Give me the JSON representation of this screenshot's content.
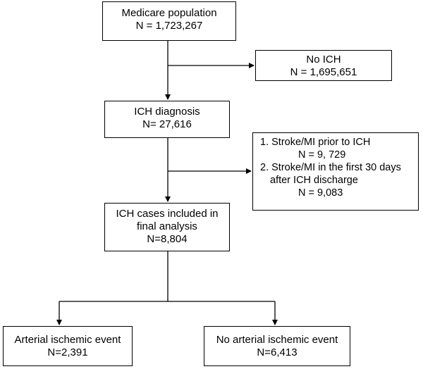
{
  "boxes": {
    "medicare": {
      "label": "Medicare population",
      "count": "N = 1,723,267"
    },
    "no_ich": {
      "label": "No ICH",
      "count": "N = 1,695,651"
    },
    "ich_diagnosis": {
      "label": "ICH diagnosis",
      "count": "N= 27,616"
    },
    "exclusions": {
      "item1": "1. Stroke/MI prior to ICH",
      "item1_count": "N = 9, 729",
      "item2_a": "2. Stroke/MI in the first 30 days",
      "item2_b": "after ICH discharge",
      "item2_count": "N = 9,083"
    },
    "included": {
      "label_a": "ICH cases included in",
      "label_b": "final analysis",
      "count": "N=8,804"
    },
    "arterial": {
      "label": "Arterial ischemic event",
      "count": "N=2,391"
    },
    "no_arterial": {
      "label": "No arterial ischemic event",
      "count": "N=6,413"
    }
  }
}
